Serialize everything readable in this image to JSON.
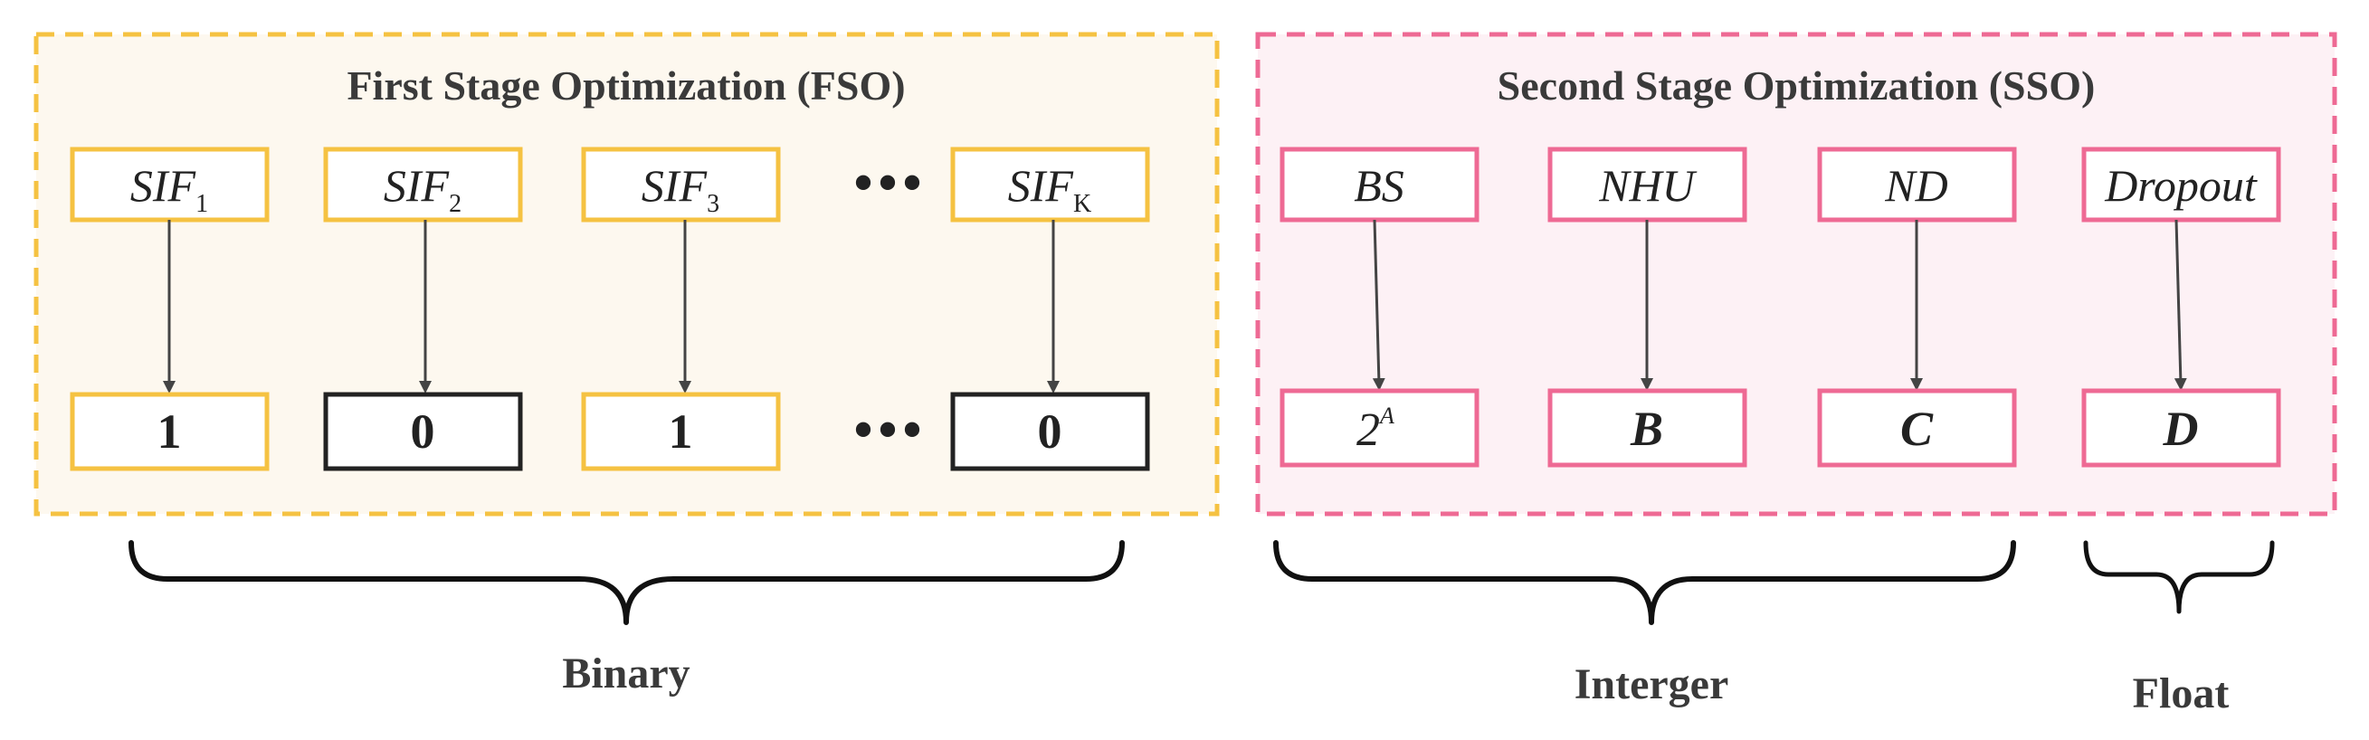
{
  "fso": {
    "title": "First Stage Optimization (FSO)",
    "inputs": [
      {
        "main": "SIF",
        "sub": "1"
      },
      {
        "main": "SIF",
        "sub": "2"
      },
      {
        "main": "SIF",
        "sub": "3"
      },
      {
        "main": "SIF",
        "sub": "K"
      }
    ],
    "outputs": [
      "1",
      "0",
      "1",
      "0"
    ],
    "ellipsis_top": "•••",
    "ellipsis_bottom": "•••"
  },
  "sso": {
    "title": "Second Stage Optimization (SSO)",
    "inputs": [
      "BS",
      "NHU",
      "ND",
      "Dropout"
    ],
    "outputs": [
      {
        "main": "2",
        "sup": "A"
      },
      {
        "main": "B"
      },
      {
        "main": "C"
      },
      {
        "main": "D"
      }
    ]
  },
  "groups": {
    "binary": "Binary",
    "integer": "Interger",
    "float": "Float"
  },
  "colors": {
    "fso_border": "#F5C242",
    "fso_fill": "#FDF8EF",
    "sso_border": "#EE6A94",
    "sso_fill": "#FDF1F5",
    "zero_border": "#222222"
  }
}
